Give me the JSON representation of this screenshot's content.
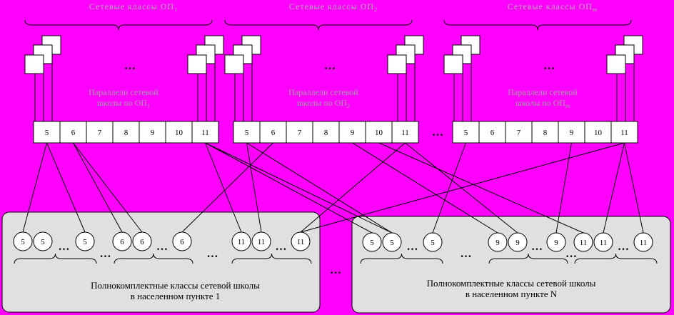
{
  "groups": [
    {
      "header": "Сетевые классы ОП",
      "header_sub": "1",
      "parallels_line1": "Параллели сетевой",
      "parallels_line2": "школы по ОП",
      "parallels_sub": "1",
      "grades": [
        "5",
        "6",
        "7",
        "8",
        "9",
        "10",
        "11"
      ]
    },
    {
      "header": "Сетевые классы ОП",
      "header_sub": "2",
      "parallels_line1": "Параллели сетевой",
      "parallels_line2": "школы по ОП",
      "parallels_sub": "2",
      "grades": [
        "5",
        "6",
        "7",
        "8",
        "9",
        "10",
        "11"
      ]
    },
    {
      "header": "Сетевые классы ОП",
      "header_sub": "m",
      "parallels_line1": "Параллели сетевой",
      "parallels_line2": "школы по ОП",
      "parallels_sub": "m",
      "grades": [
        "5",
        "6",
        "7",
        "8",
        "9",
        "10",
        "11"
      ]
    }
  ],
  "localities": [
    {
      "caption_line1": "Полнокомплектные классы сетевой школы",
      "caption_line2": "в населенном пункте 1",
      "clusters": [
        {
          "grade": "5"
        },
        {
          "grade": "6"
        },
        {
          "grade": "11"
        }
      ]
    },
    {
      "caption_line1": "Полнокомплектные классы сетевой школы",
      "caption_line2": "в населенном пункте N",
      "clusters": [
        {
          "grade": "5"
        },
        {
          "grade": "9"
        },
        {
          "grade": "11"
        }
      ]
    }
  ],
  "ellipsis": "…"
}
